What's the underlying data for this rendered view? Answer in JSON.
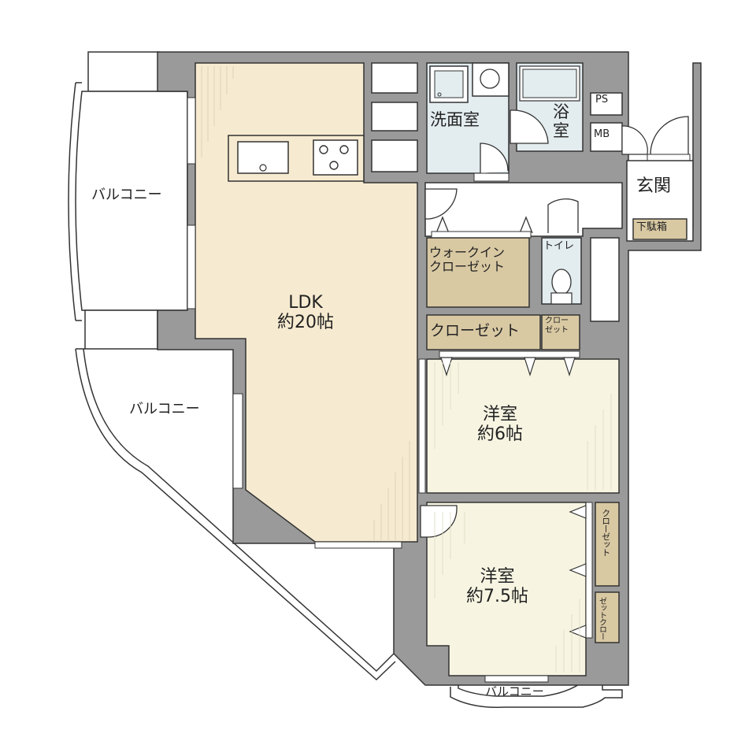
{
  "floorplan": {
    "colors": {
      "wall": "#9a9a9a",
      "ldk_floor": "#f6ead0",
      "western_floor": "#f7f5e2",
      "wet_area": "#e3ecef",
      "storage": "#d9c9a3",
      "outline": "#333333",
      "outside": "#ffffff"
    },
    "rooms": {
      "ldk": {
        "name": "LDK",
        "size": "約20帖"
      },
      "western1": {
        "name": "洋室",
        "size": "約6帖"
      },
      "western2": {
        "name": "洋室",
        "size": "約7.5帖"
      },
      "washroom": {
        "name": "洗面室"
      },
      "bath": {
        "name_top": "浴",
        "name_bottom": "室"
      },
      "toilet": {
        "name": "トイレ"
      },
      "entrance": {
        "name": "玄関"
      },
      "shoe_box": {
        "name": "下駄箱"
      },
      "walk_in_closet": {
        "line1": "ウォークイン",
        "line2": "クローゼット"
      },
      "closet_hall": {
        "name": "クローゼット"
      },
      "closet_hall_small": {
        "line1": "クロー",
        "line2": "ゼット"
      },
      "closet_w2_a": {
        "name": "クローゼット"
      },
      "closet_w2_b": {
        "line1": "クロー",
        "line2": "ゼット"
      },
      "ps": {
        "name": "PS"
      },
      "mb": {
        "name": "MB"
      }
    },
    "balconies": {
      "west_upper": "バルコニー",
      "west_lower": "バルコニー",
      "south": "バルコニー"
    }
  }
}
